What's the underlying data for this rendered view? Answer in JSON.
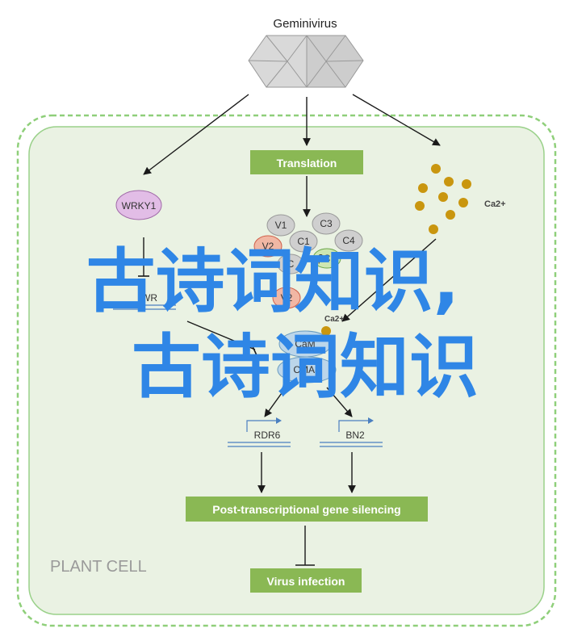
{
  "virus": {
    "title": "Geminivirus"
  },
  "plant_cell_label": "PLANT CELL",
  "boxes": {
    "translation": "Translation",
    "ptgs": "Post-transcriptional gene silencing",
    "infection": "Virus infection"
  },
  "ca_label": "Ca2+",
  "ca_label_small": "Ca2+",
  "wrky": "WRKY1",
  "proteins": {
    "v1": "V1",
    "c3": "C3",
    "v2a": "V2",
    "c1": "C1",
    "c4": "C4",
    "c2a": "C",
    "bc1": "βC1",
    "v2b": "V2",
    "cam": "CaM",
    "cma": "CMA3"
  },
  "genes": {
    "wrky_gene": "WR",
    "rdr6": "RDR6",
    "bn2": "BN2"
  },
  "overlay": {
    "line1": "古诗词知识,",
    "line2": "古诗词知识"
  },
  "colors": {
    "box": "#8ab854",
    "cell_fill": "#eaf2e3",
    "cell_border": "#8fcf7a",
    "protein_gray": "#cfcfcf",
    "protein_red": "#f1b7a4",
    "protein_green": "#cfe7b2",
    "wrky": "#e2bde6",
    "calcium": "#c9960f",
    "overlay": "#2f86e6"
  }
}
